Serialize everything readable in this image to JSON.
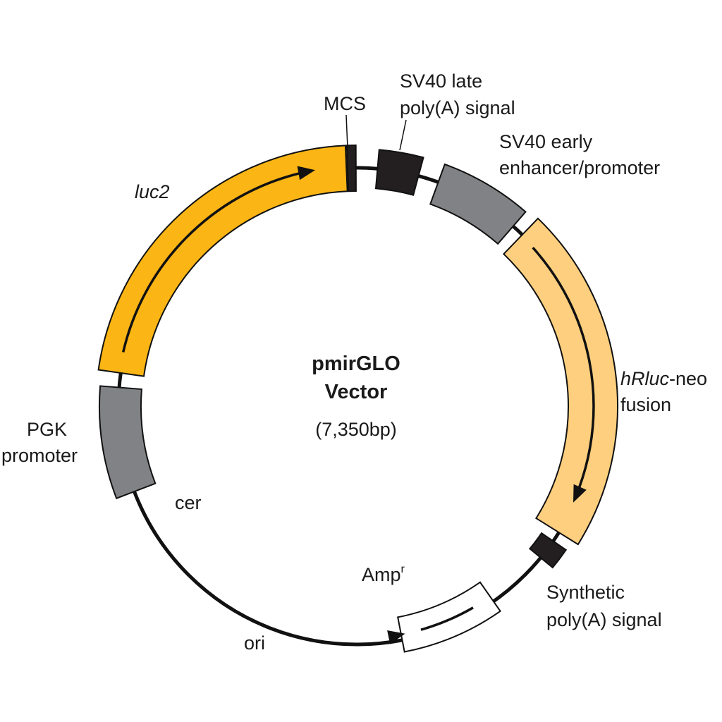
{
  "plasmid": {
    "name_line1": "pmirGLO",
    "name_line2": "Vector",
    "size": "(7,350bp)"
  },
  "colors": {
    "luc2": "#FBB515",
    "hrluc_neo": "#FDCF7E",
    "promoter": "#808285",
    "signal": "#231F20",
    "ampr": "#FFFFFF",
    "backbone": "#111111"
  },
  "labels": {
    "mcs": "MCS",
    "sv40_late_l1": "SV40 late",
    "sv40_late_l2": "poly(A) signal",
    "sv40_early_l1": "SV40 early",
    "sv40_early_l2": "enhancer/promoter",
    "hrluc_italic": "hRluc",
    "hrluc_suffix": "-neo",
    "hrluc_l2": "fusion",
    "synthetic_l1": "Synthetic",
    "synthetic_l2": "poly(A) signal",
    "ampr_main": "Amp",
    "ampr_sup": "r",
    "ori": "ori",
    "cer": "cer",
    "pgk_l1": "PGK",
    "pgk_l2": "promoter",
    "luc2": "luc2"
  }
}
